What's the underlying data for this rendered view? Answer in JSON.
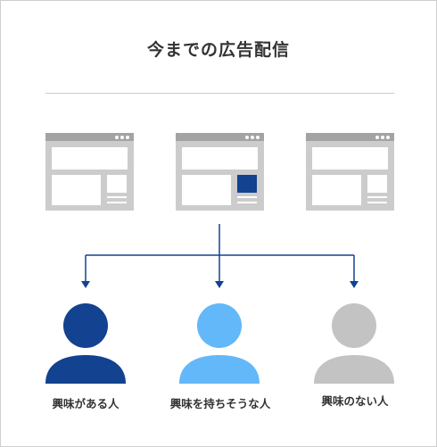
{
  "title": "今までの広告配信",
  "windows": [
    {
      "name": "webpage-1",
      "has_ad": false
    },
    {
      "name": "webpage-2",
      "has_ad": true
    },
    {
      "name": "webpage-3",
      "has_ad": false
    }
  ],
  "audiences": [
    {
      "label": "興味がある人",
      "color": "#124290"
    },
    {
      "label": "興味を持ちそうな人",
      "color": "#62b8f8"
    },
    {
      "label": "興味のない人",
      "color": "#c3c3c3"
    }
  ],
  "colors": {
    "arrow": "#124290",
    "window_body": "#cccccc",
    "window_titlebar": "#a3a3a3",
    "ad": "#124290"
  }
}
